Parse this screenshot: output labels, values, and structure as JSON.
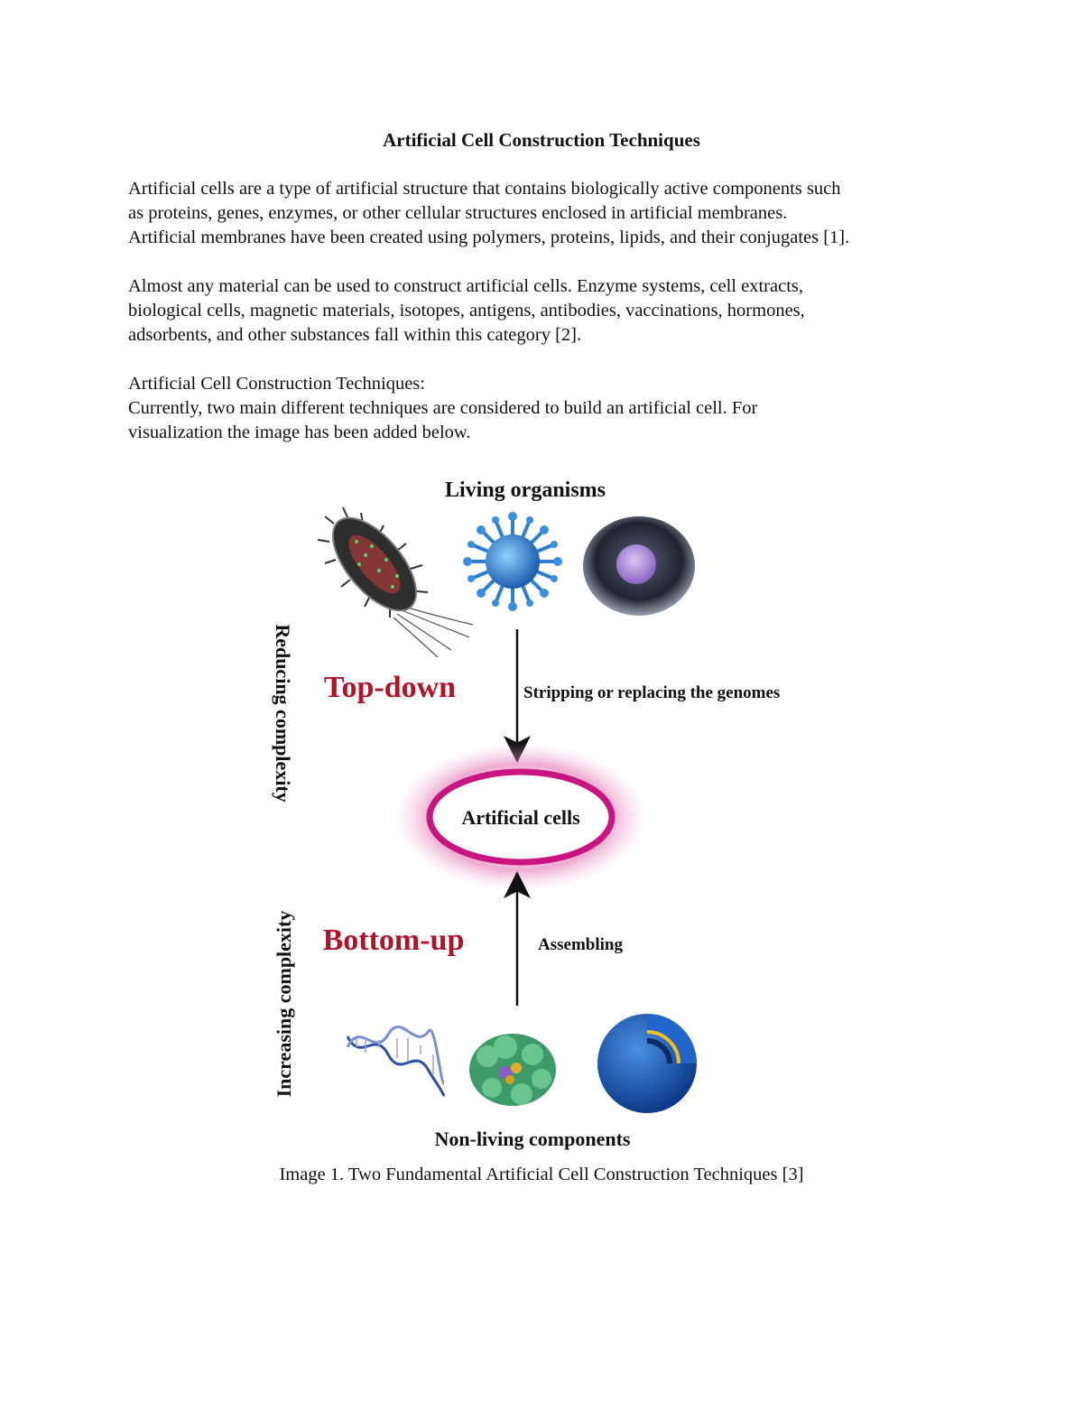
{
  "document": {
    "title": "Artificial Cell Construction Techniques",
    "paragraph1": [
      "Artificial cells are a type of artificial structure that contains biologically active components such",
      "as proteins, genes, enzymes, or other cellular structures enclosed in artificial membranes.",
      "Artificial membranes have been created using polymers, proteins, lipids, and their conjugates [1]."
    ],
    "paragraph2": [
      "Almost any material can be used to construct artificial cells. Enzyme systems, cell extracts,",
      "biological cells, magnetic materials, isotopes, antigens, antibodies, vaccinations, hormones,",
      "adsorbents, and other substances fall within this category [2]."
    ],
    "paragraph3": [
      "Artificial Cell Construction Techniques:",
      "Currently, two main different techniques are considered to build an artificial cell. For",
      "visualization the image has been added below."
    ],
    "caption": "Image 1. Two Fundamental Artificial Cell Construction Techniques [3]"
  },
  "figure": {
    "top_label": "Living organisms",
    "bottom_label": "Non-living components",
    "center_label": "Artificial cells",
    "top_down_label": "Top-down",
    "bottom_up_label": "Bottom-up",
    "top_arrow_label": "Stripping or replacing the genomes",
    "bottom_arrow_label": "Assembling",
    "side_top_label": "Reducing complexity",
    "side_bottom_label": "Increasing complexity",
    "colors": {
      "approach_red": "#b0142a",
      "ring_magenta": "#c8157f",
      "virus_blue": "#2a7fd0",
      "bacterium_dark": "#3a3a3a"
    },
    "icons": [
      "bacterium-icon",
      "virus-icon",
      "cell-icon",
      "dna-icon",
      "protein-icon",
      "liposome-icon"
    ]
  }
}
